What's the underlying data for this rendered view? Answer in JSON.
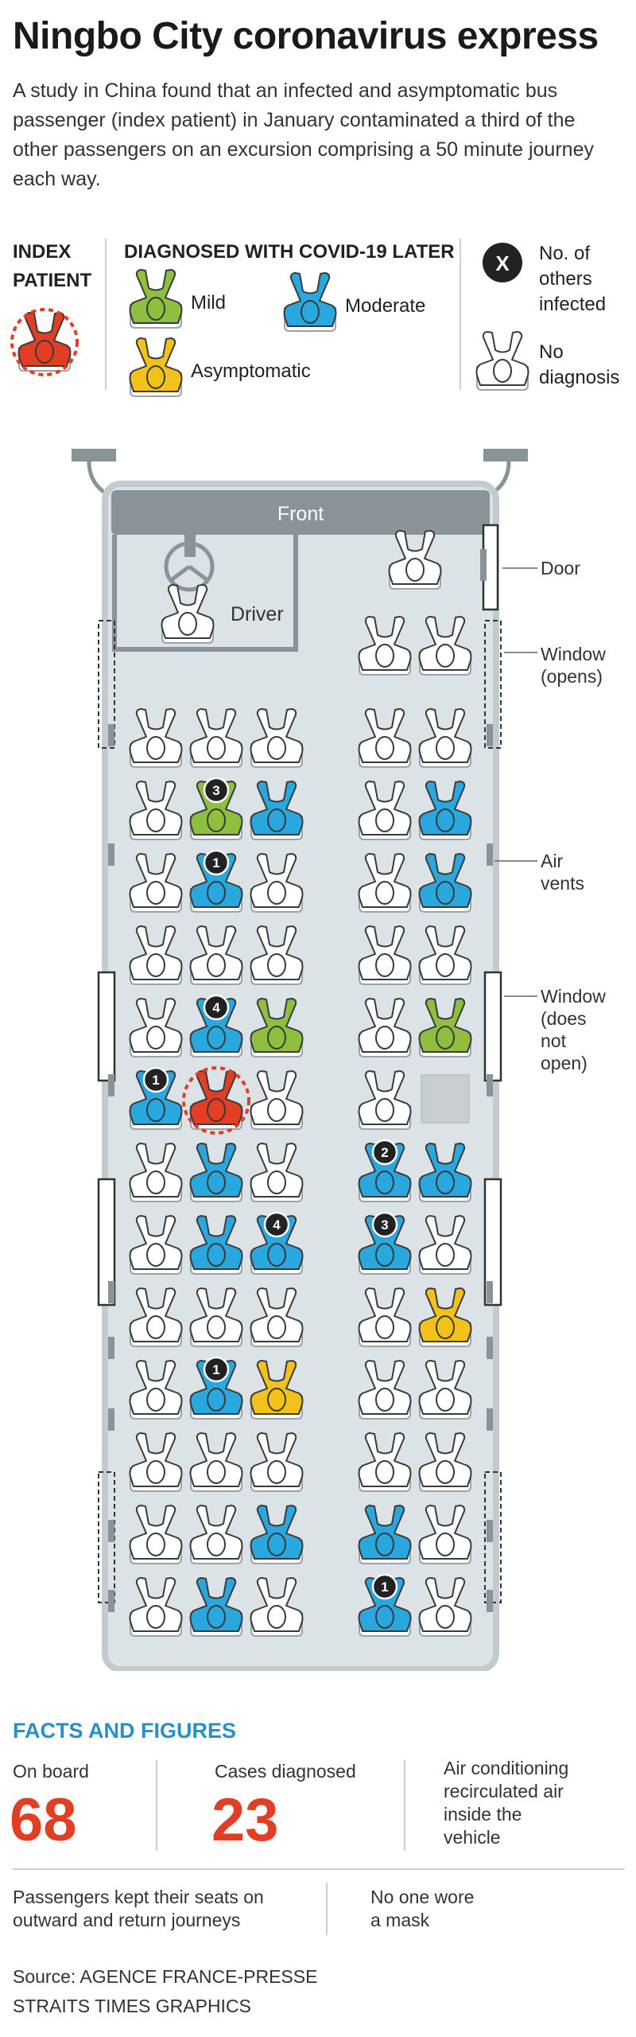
{
  "title": "Ningbo City coronavirus express",
  "intro": "A study in China found that an infected and asymptomatic bus passenger (index patient) in January contaminated a third of the other passengers on an excursion comprising a 50 minute journey each way.",
  "legend": {
    "index_label_1": "INDEX",
    "index_label_2": "PATIENT",
    "diagnosed_heading": "DIAGNOSED WITH COVID-19 LATER",
    "mild": "Mild",
    "moderate": "Moderate",
    "asymptomatic": "Asymptomatic",
    "badge_symbol": "X",
    "others_infected_1": "No. of",
    "others_infected_2": "others",
    "others_infected_3": "infected",
    "no_diagnosis_1": "No",
    "no_diagnosis_2": "diagnosis"
  },
  "colors": {
    "index": "#e23e23",
    "mild": "#8fbf3f",
    "moderate": "#29a8df",
    "asymptomatic": "#f2c11a",
    "none": "#ffffff",
    "bus_floor": "#dbe3e6",
    "bus_frame": "#b8c1c6",
    "badge": "#222222",
    "facts_title": "#2a8fc8",
    "facts_number": "#e23e23"
  },
  "bus": {
    "front_label": "Front",
    "driver_label": "Driver",
    "callouts": {
      "door": "Door",
      "window_opens_1": "Window",
      "window_opens_2": "(opens)",
      "air_vents_1": "Air",
      "air_vents_2": "vents",
      "window_fixed_1": "Window",
      "window_fixed_2": "(does",
      "window_fixed_3": "not",
      "window_fixed_4": "open)"
    },
    "seat_legend": "Each row lists left seats then right seats: n = no diagnosis, m = mild, d = moderate, a = asymptomatic, i = index patient, e = empty; badge = number of others infected",
    "rows": [
      {
        "left": [
          "n",
          "n",
          "n"
        ],
        "right": [
          "n",
          "n"
        ],
        "badges": {}
      },
      {
        "left": [
          "n",
          "m",
          "d"
        ],
        "right": [
          "n",
          "d"
        ],
        "badges": {
          "L1": 3
        }
      },
      {
        "left": [
          "n",
          "d",
          "n"
        ],
        "right": [
          "n",
          "d"
        ],
        "badges": {
          "L1": 1
        }
      },
      {
        "left": [
          "n",
          "n",
          "n"
        ],
        "right": [
          "n",
          "n"
        ],
        "badges": {}
      },
      {
        "left": [
          "n",
          "d",
          "m"
        ],
        "right": [
          "n",
          "m"
        ],
        "badges": {
          "L1": 4
        }
      },
      {
        "left": [
          "d",
          "i",
          "n"
        ],
        "right": [
          "n",
          "e"
        ],
        "badges": {
          "L0": 1
        }
      },
      {
        "left": [
          "n",
          "d",
          "n"
        ],
        "right": [
          "d",
          "d"
        ],
        "badges": {
          "R0": 2
        }
      },
      {
        "left": [
          "n",
          "d",
          "d"
        ],
        "right": [
          "d",
          "n"
        ],
        "badges": {
          "L2": 4,
          "R0": 3
        }
      },
      {
        "left": [
          "n",
          "n",
          "n"
        ],
        "right": [
          "n",
          "a"
        ],
        "badges": {}
      },
      {
        "left": [
          "n",
          "d",
          "a"
        ],
        "right": [
          "n",
          "n"
        ],
        "badges": {
          "L1": 1
        }
      },
      {
        "left": [
          "n",
          "n",
          "n"
        ],
        "right": [
          "n",
          "n"
        ],
        "badges": {}
      },
      {
        "left": [
          "n",
          "n",
          "d"
        ],
        "right": [
          "d",
          "n"
        ],
        "badges": {}
      },
      {
        "left": [
          "n",
          "d",
          "n"
        ],
        "right": [
          "d",
          "n"
        ],
        "badges": {
          "R0": 1
        }
      }
    ]
  },
  "facts": {
    "heading": "FACTS AND FIGURES",
    "on_board_label": "On board",
    "on_board_value": "68",
    "cases_label": "Cases diagnosed",
    "cases_value": "23",
    "aircon_1": "Air conditioning",
    "aircon_2": "recirculated air",
    "aircon_3": "inside the",
    "aircon_4": "vehicle",
    "seats_1": "Passengers kept their seats on",
    "seats_2": "outward and return journeys",
    "mask_1": "No one wore",
    "mask_2": "a mask"
  },
  "source_1": "Source: AGENCE FRANCE-PRESSE",
  "source_2": "STRAITS TIMES GRAPHICS"
}
